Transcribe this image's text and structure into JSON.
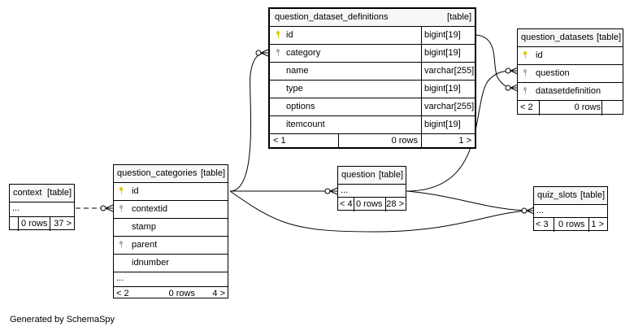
{
  "tables": {
    "qdd": {
      "name": "question_dataset_definitions",
      "kind": "[table]",
      "columns": [
        {
          "name": "id",
          "type": "bigint[19]",
          "key": "pk"
        },
        {
          "name": "category",
          "type": "bigint[19]",
          "key": "fk"
        },
        {
          "name": "name",
          "type": "varchar[255]",
          "key": ""
        },
        {
          "name": "type",
          "type": "bigint[19]",
          "key": ""
        },
        {
          "name": "options",
          "type": "varchar[255]",
          "key": ""
        },
        {
          "name": "itemcount",
          "type": "bigint[19]",
          "key": ""
        }
      ],
      "footer": {
        "left": "< 1",
        "mid": "0 rows",
        "right": "1 >"
      }
    },
    "qds": {
      "name": "question_datasets",
      "kind": "[table]",
      "columns": [
        {
          "name": "id",
          "key": "pk"
        },
        {
          "name": "question",
          "key": "fk"
        },
        {
          "name": "datasetdefinition",
          "key": "fk"
        }
      ],
      "footer": {
        "left": "< 2",
        "mid": "0 rows"
      }
    },
    "context": {
      "name": "context",
      "kind": "[table]",
      "columns": [
        {
          "name": "..."
        }
      ],
      "footer": {
        "mid": "0 rows",
        "right": "37 >"
      }
    },
    "qc": {
      "name": "question_categories",
      "kind": "[table]",
      "columns": [
        {
          "name": "id",
          "key": "pk"
        },
        {
          "name": "contextid",
          "key": "fk"
        },
        {
          "name": "stamp",
          "key": ""
        },
        {
          "name": "parent",
          "key": "fk"
        },
        {
          "name": "idnumber",
          "key": ""
        }
      ],
      "more": "...",
      "footer": {
        "left": "< 2",
        "mid": "0 rows",
        "right": "4 >"
      }
    },
    "question": {
      "name": "question",
      "kind": "[table]",
      "columns": [
        {
          "name": "..."
        }
      ],
      "footer": {
        "left": "< 4",
        "mid": "0 rows",
        "right": "28 >"
      }
    },
    "quiz_slots": {
      "name": "quiz_slots",
      "kind": "[table]",
      "columns": [
        {
          "name": "..."
        }
      ],
      "footer": {
        "left": "< 3",
        "mid": "0 rows",
        "right": "1 >"
      }
    }
  },
  "footer_text": "Generated by SchemaSpy"
}
